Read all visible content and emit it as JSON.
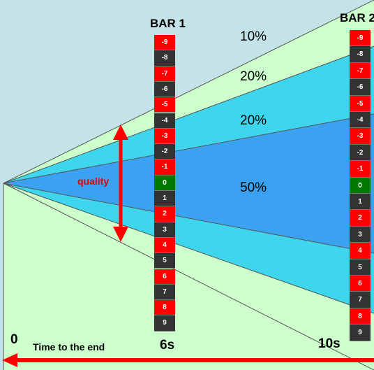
{
  "bars": [
    {
      "title": "BAR 1",
      "time_label": "6s",
      "time_s": 6
    },
    {
      "title": "BAR 2",
      "time_label": "10s",
      "time_s": 10
    }
  ],
  "cells": [
    {
      "label": "-9",
      "color": "#ff0000"
    },
    {
      "label": "-8",
      "color": "#333333"
    },
    {
      "label": "-7",
      "color": "#ff0000"
    },
    {
      "label": "-6",
      "color": "#333333"
    },
    {
      "label": "-5",
      "color": "#ff0000"
    },
    {
      "label": "-4",
      "color": "#333333"
    },
    {
      "label": "-3",
      "color": "#ff0000"
    },
    {
      "label": "-2",
      "color": "#333333"
    },
    {
      "label": "-1",
      "color": "#ff0000"
    },
    {
      "label": "0",
      "color": "#007a00"
    },
    {
      "label": "1",
      "color": "#333333"
    },
    {
      "label": "2",
      "color": "#ff0000"
    },
    {
      "label": "3",
      "color": "#333333"
    },
    {
      "label": "4",
      "color": "#ff0000"
    },
    {
      "label": "5",
      "color": "#333333"
    },
    {
      "label": "6",
      "color": "#ff0000"
    },
    {
      "label": "7",
      "color": "#333333"
    },
    {
      "label": "8",
      "color": "#ff0000"
    },
    {
      "label": "9",
      "color": "#333333"
    }
  ],
  "bands": [
    {
      "label": "10%",
      "value": 10,
      "color": "#ccffcc"
    },
    {
      "label": "20%",
      "value": 20,
      "color": "#3dd6ec"
    },
    {
      "label": "20%",
      "value": 20,
      "color": "#3dd6ec"
    },
    {
      "label": "50%",
      "value": 50,
      "color": "#3aa2f0"
    }
  ],
  "quality": {
    "label": "quality",
    "color": "#ff0000"
  },
  "origin_label": "0",
  "time_axis_label": "Time to the end",
  "colors": {
    "background": "#c4e3e8",
    "arrow": "#ff0000"
  }
}
